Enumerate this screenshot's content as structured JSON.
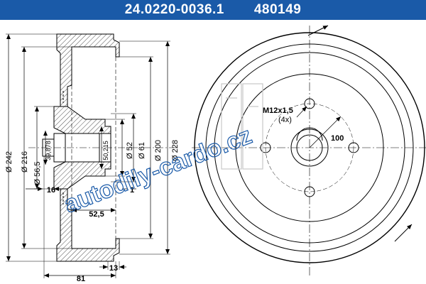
{
  "header": {
    "part_number": "24.0220-0036.1",
    "ref_number": "480149",
    "background": "#1a5aa8",
    "text_color": "#ffffff"
  },
  "dimensions": {
    "d242": "Ø 242",
    "d216": "Ø 216",
    "d56_5": "Ø 56,5",
    "d39_878": "39,878",
    "d50_215": "50,215",
    "d52": "Ø 52",
    "d61": "Ø 61",
    "d200": "Ø 200",
    "d228": "Ø 228",
    "w16": "16",
    "w52_5": "52,5",
    "w81": "81",
    "w13": "13",
    "w1": "1"
  },
  "front_view": {
    "thread_label": "M12x1,5",
    "count_label": "(4x)",
    "pcd_label": "100"
  },
  "watermark": {
    "text": "autodily-cardo.cz",
    "color": "#1a5aa8"
  }
}
